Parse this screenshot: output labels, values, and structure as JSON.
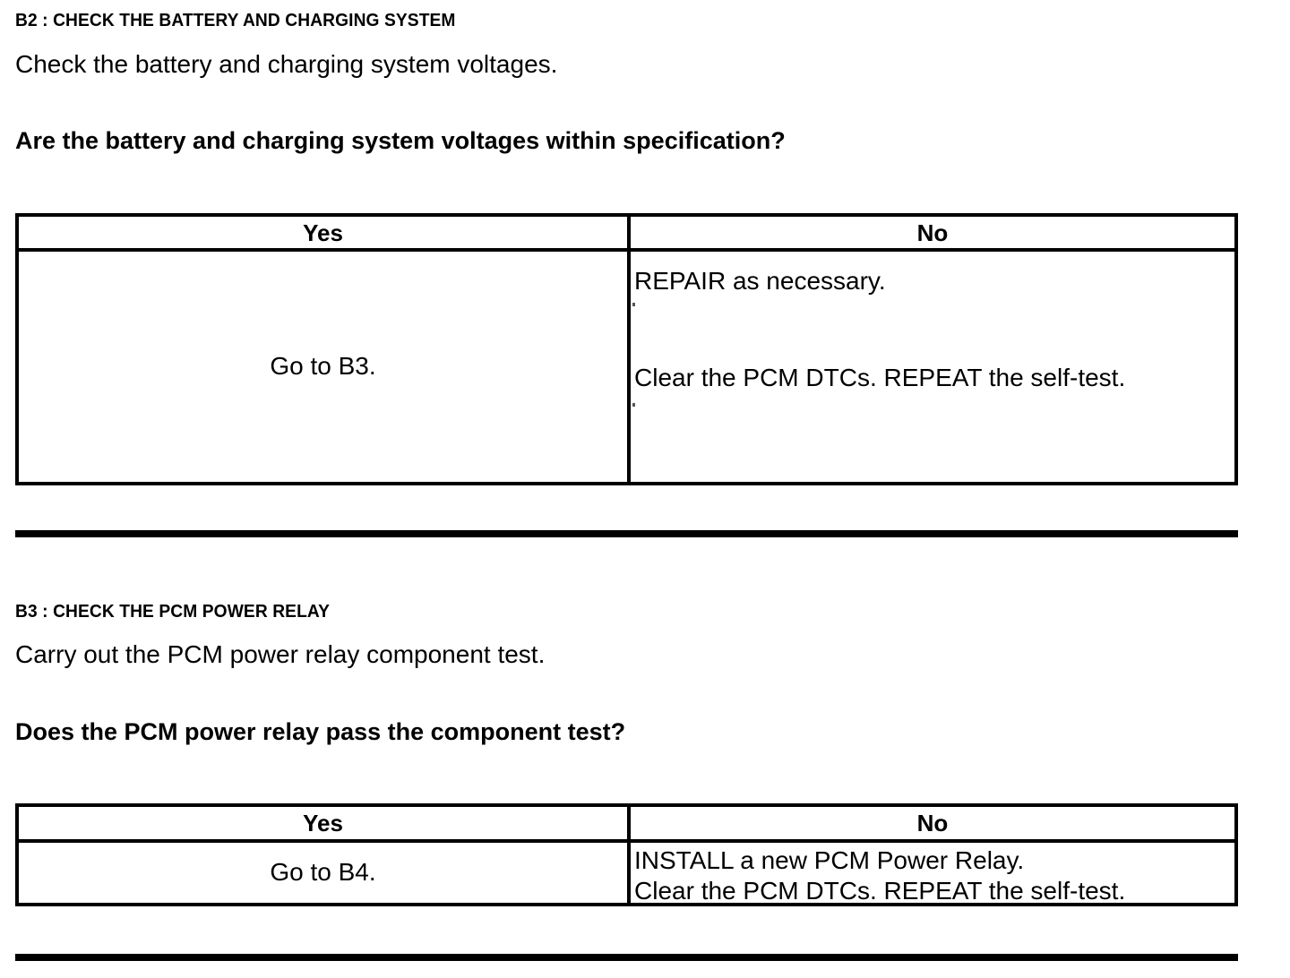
{
  "document": {
    "type": "diagnostic-pinpoint-test",
    "steps": [
      {
        "id": "B2",
        "heading": "B2 : CHECK THE BATTERY AND CHARGING SYSTEM",
        "body": "Check the battery and charging system voltages.",
        "question": "Are the battery and charging system voltages within specification?",
        "table": {
          "headers": [
            "Yes",
            "No"
          ],
          "yes_action": "Go to B3.",
          "no_action_line1": "REPAIR as necessary.",
          "no_action_line2": "Clear the PCM DTCs. REPEAT the self-test."
        }
      },
      {
        "id": "B3",
        "heading": "B3 : CHECK THE PCM POWER RELAY",
        "body": "Carry out the PCM power relay component test.",
        "question": "Does the PCM power relay pass the component test?",
        "table": {
          "headers": [
            "Yes",
            "No"
          ],
          "yes_action": "Go to B4.",
          "no_action_line1": "INSTALL a new PCM Power Relay.",
          "no_action_line2": "Clear the PCM DTCs. REPEAT the self-test."
        }
      }
    ],
    "colors": {
      "ink": "#000000",
      "paper": "#ffffff"
    }
  }
}
